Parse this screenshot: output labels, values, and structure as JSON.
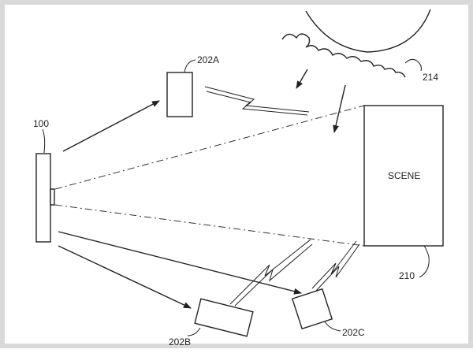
{
  "labels": {
    "device": "100",
    "sensor_a": "202A",
    "sensor_b": "202B",
    "sensor_c": "202C",
    "scene_ref": "210",
    "scene_text": "SCENE",
    "light_source": "214"
  },
  "colors": {
    "stroke": "#222222",
    "border": "#d9d9d9",
    "background": "#ffffff"
  }
}
